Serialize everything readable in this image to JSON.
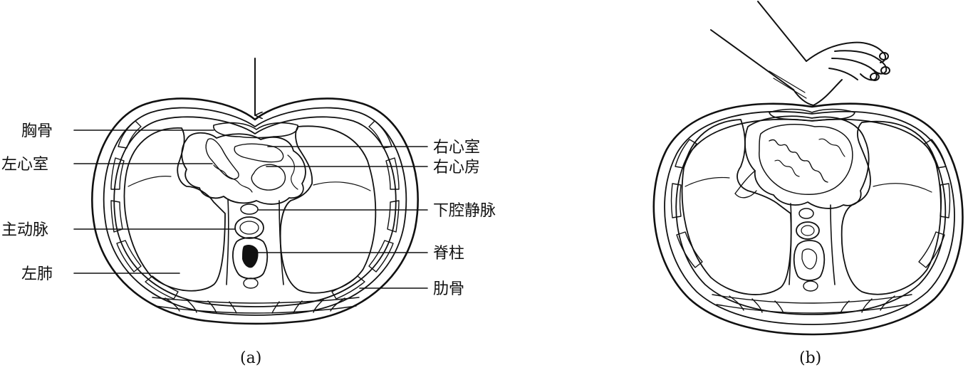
{
  "panel_a": {
    "caption": "(a)",
    "labels": {
      "sternum": "胸骨",
      "left_ventricle": "左心室",
      "aorta": "主动脉",
      "left_lung": "左肺",
      "right_ventricle": "右心室",
      "right_atrium": "右心房",
      "inferior_vena_cava": "下腔静脉",
      "spine": "脊柱",
      "rib": "肋骨"
    }
  },
  "panel_b": {
    "caption": "(b)"
  },
  "colors": {
    "ink": "#111111",
    "background": "#ffffff"
  }
}
